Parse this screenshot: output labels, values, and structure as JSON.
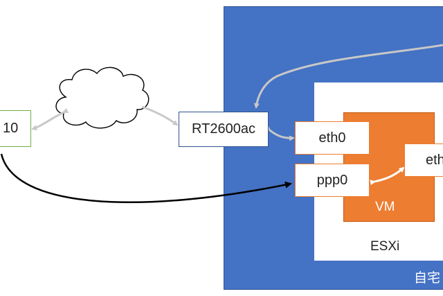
{
  "diagram": {
    "nodes": {
      "left_node": "10",
      "router": "RT2600ac",
      "eth0": "eth0",
      "ppp0": "ppp0",
      "vm_eth": "eth"
    },
    "zones": {
      "vm": "VM",
      "esxi": "ESXi",
      "home": "自宅"
    },
    "colors": {
      "home_zone": "#4472c4",
      "vm_zone": "#ed7d31",
      "left_node_border": "#70ad47",
      "gray_arrow": "#c8c8c8",
      "black_arrow": "#000000"
    },
    "icons": [
      "cloud-icon"
    ]
  }
}
